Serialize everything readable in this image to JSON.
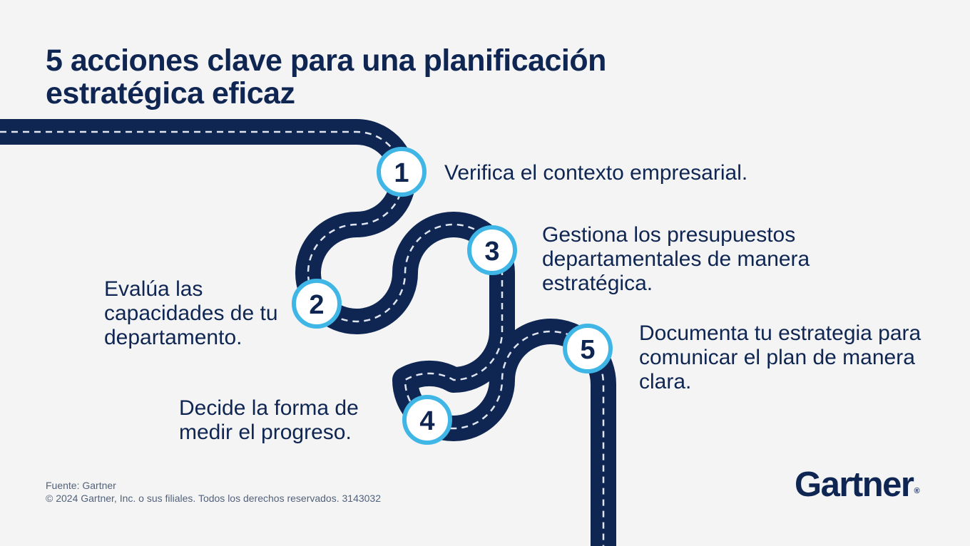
{
  "title": "5 acciones clave para una planificación estratégica eficaz",
  "steps": [
    {
      "number": "1",
      "text": "Verifica el contexto empresarial."
    },
    {
      "number": "2",
      "text": "Evalúa las capacidades de tu departamento."
    },
    {
      "number": "3",
      "text": "Gestiona los presupuestos departamentales de manera estratégica."
    },
    {
      "number": "4",
      "text": "Decide la forma de medir el progreso."
    },
    {
      "number": "5",
      "text": "Documenta tu estrategia para comunicar el plan de manera clara."
    }
  ],
  "footer": {
    "source": "Fuente: Gartner",
    "copyright": "© 2024 Gartner, Inc. o sus filiales. Todos los derechos reservados. 3143032"
  },
  "logo": {
    "text": "Gartner",
    "mark": "®"
  },
  "colors": {
    "background": "#f4f4f4",
    "road": "#0f2653",
    "road_markings": "#dfe6f0",
    "badge_ring": "#3fb6e6",
    "badge_fill": "#ffffff",
    "text": "#0f2653"
  }
}
